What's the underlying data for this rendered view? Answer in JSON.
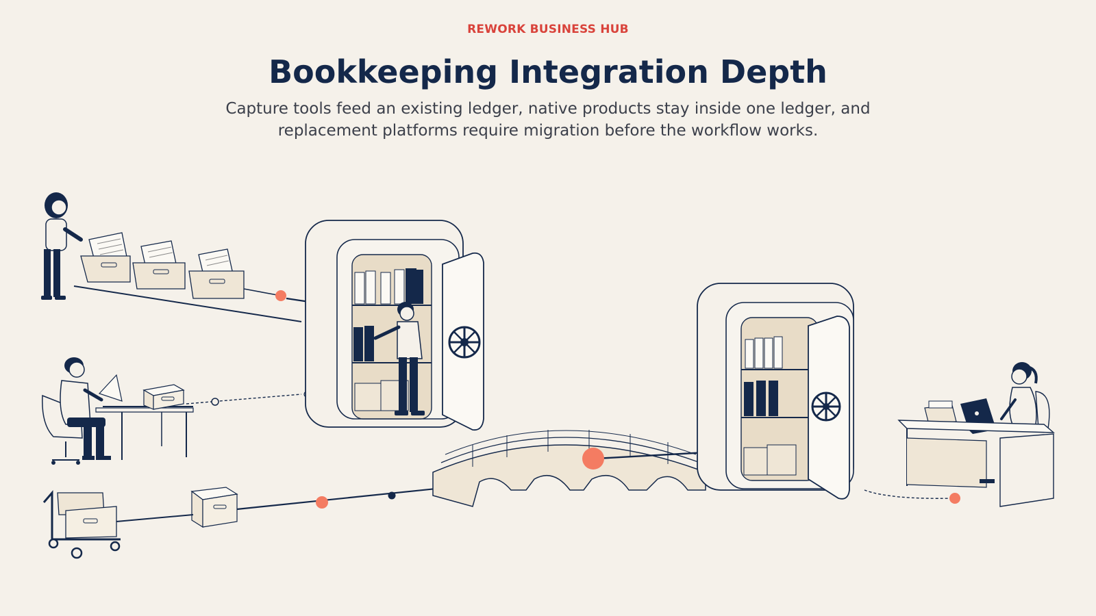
{
  "header": {
    "eyebrow": "REWORK BUSINESS HUB",
    "title": "Bookkeeping Integration Depth",
    "subtitle": "Capture tools feed an existing ledger, native products stay inside one ledger, and replacement platforms require migration before the workflow works."
  },
  "colors": {
    "background": "#f5f1ea",
    "accent": "#f47c62",
    "navy": "#14284a",
    "eyebrow": "#d9433b"
  },
  "icons": [
    "person-filing-icon",
    "document-tray-icon",
    "person-at-desk-icon",
    "storage-box-icon",
    "hand-truck-icon",
    "ledger-vault-icon",
    "migration-bridge-icon",
    "person-laptop-icon"
  ]
}
